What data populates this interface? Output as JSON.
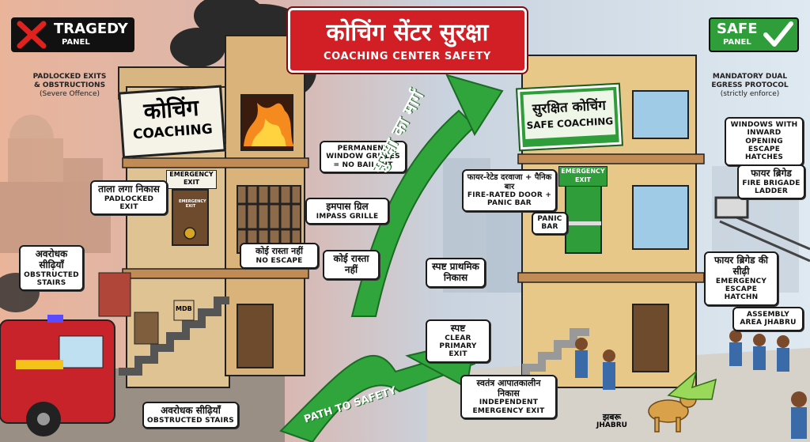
{
  "title": {
    "hindi": "कोचिंग सेंटर सुरक्षा",
    "english": "COACHING CENTER SAFETY"
  },
  "tragedy_panel": {
    "label": "TRAGEDY",
    "sub": "PANEL",
    "caption_line1": "PADLOCKED EXITS",
    "caption_line2": "& OBSTRUCTIONS",
    "caption_line3": "(Severe Offence)",
    "building_sign_hindi": "कोचिंग",
    "building_sign_english": "COACHING",
    "emergency_exit_sign": "EMERGENCY EXIT",
    "door_small_sign": "EMERGENCY EXIT",
    "mdb_label": "MDB",
    "labels": {
      "padlocked_exit_hindi": "ताला लगा निकास",
      "padlocked_exit_english": "PADLOCKED EXIT",
      "obstructed_stairs_hindi": "अवरोधक सीढ़ियाँ",
      "obstructed_stairs_english": "OBSTRUCTED STAIRS",
      "permanent_grilles": "PERMANENT WINDOW GRILLES = NO BAILOUT",
      "impass_grille_hindi": "इमपास ग्रिल",
      "impass_grille_english": "IMPASS GRILLE",
      "no_escape_hindi": "कोई रास्ता नहीं",
      "no_escape_english": "NO ESCAPE",
      "no_way_hindi": "कोई रास्ता नहीं",
      "bottom_stairs_hindi": "अवरोधक सीढ़ियाँ",
      "bottom_stairs_english": "OBSTRUCTED STAIRS"
    }
  },
  "path": {
    "hindi": "सुरक्षा का मार्ग",
    "english": "PATH TO SAFETY"
  },
  "safe_panel": {
    "label": "SAFE",
    "sub": "PANEL",
    "caption_line1": "MANDATORY DUAL",
    "caption_line2": "EGRESS PROTOCOL",
    "caption_line3": "(strictly enforce)",
    "building_sign_hindi": "सुरक्षित कोचिंग",
    "building_sign_english": "SAFE COACHING",
    "emergency_exit_sign": "EMERGENCY EXIT",
    "labels": {
      "windows_hatches": "WINDOWS WITH INWARD OPENING ESCAPE HATCHES",
      "fire_ladder_hindi": "फायर ब्रिगेड",
      "fire_ladder_english": "FIRE BRIGADE LADDER",
      "fire_door_hindi": "फायर-रेटेड दरवाजा + पैनिक बार",
      "fire_door_english": "FIRE-RATED DOOR + PANIC BAR",
      "panic_bar": "PANIC BAR",
      "clear_primary_hindi": "स्पष्ट प्राथमिक निकास",
      "clear_primary_hindi_short": "स्पष्ट",
      "clear_primary_english": "CLEAR PRIMARY EXIT",
      "fire_stair_hindi": "फायर ब्रिगेड की सीढ़ी",
      "fire_stair_english": "EMERGENCY ESCAPE HATCHN",
      "assembly_area": "ASSEMBLY AREA JHABRU",
      "independent_exit_hindi": "स्वतंत्र आपातकालीन निकास",
      "independent_exit_english": "INDEPENDENT EMERGENCY EXIT",
      "dog_hindi": "झबरू",
      "dog_english": "JHABRU"
    }
  },
  "colors": {
    "title_red": "#d21f26",
    "tragedy_black": "#111111",
    "tragedy_x": "#e0221f",
    "safe_green": "#2f9e3a",
    "arrow_green": "#2fa53c",
    "fire_orange": "#f58a1f",
    "smoke": "#2a2a2a"
  }
}
